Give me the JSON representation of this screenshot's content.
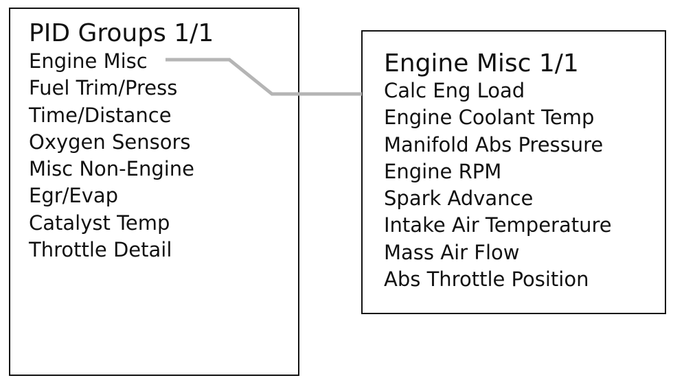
{
  "pid_groups": {
    "title": "PID Groups 1/1",
    "items": [
      "Engine Misc",
      "Fuel Trim/Press",
      "Time/Distance",
      "Oxygen Sensors",
      "Misc Non-Engine",
      "Egr/Evap",
      "Catalyst Temp",
      "Throttle Detail"
    ]
  },
  "engine_misc": {
    "title": "Engine Misc 1/1",
    "items": [
      "Calc Eng Load",
      "Engine Coolant Temp",
      "Manifold Abs Pressure",
      "Engine RPM",
      "Spark Advance",
      "Intake Air Temperature",
      "Mass Air Flow",
      "Abs Throttle Position"
    ]
  },
  "colors": {
    "border": "#111111",
    "text": "#111111",
    "connector": "#b5b5b5",
    "background": "#ffffff"
  }
}
